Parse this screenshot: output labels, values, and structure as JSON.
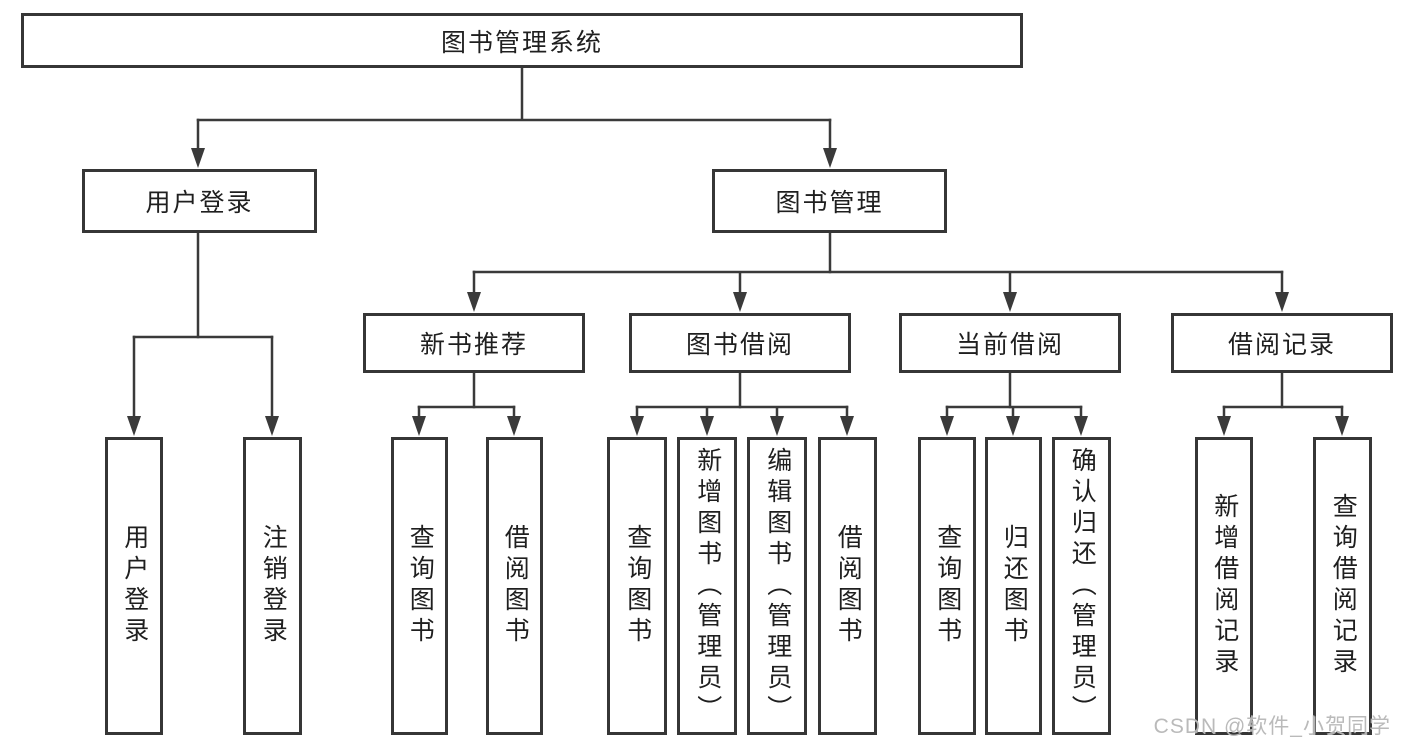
{
  "colors": {
    "line": "#3a3a3a",
    "border": "#363636",
    "text": "#1f1f1f",
    "box_background": "#ffffff",
    "watermark": "#b6b6b6"
  },
  "watermark": "CSDN @软件_小贺同学",
  "tree": {
    "root": {
      "label": "图书管理系统"
    },
    "level2": [
      {
        "label": "用户登录",
        "children": [
          {
            "label": "用户登录"
          },
          {
            "label": "注销登录"
          }
        ]
      },
      {
        "label": "图书管理",
        "children": [
          {
            "label": "新书推荐",
            "children": [
              {
                "label": "查询图书"
              },
              {
                "label": "借阅图书"
              }
            ]
          },
          {
            "label": "图书借阅",
            "children": [
              {
                "label": "查询图书"
              },
              {
                "label": "新增图书（管理员）"
              },
              {
                "label": "编辑图书（管理员）"
              },
              {
                "label": "借阅图书"
              }
            ]
          },
          {
            "label": "当前借阅",
            "children": [
              {
                "label": "查询图书"
              },
              {
                "label": "归还图书"
              },
              {
                "label": "确认归还（管理员）"
              }
            ]
          },
          {
            "label": "借阅记录",
            "children": [
              {
                "label": "新增借阅记录"
              },
              {
                "label": "查询借阅记录"
              }
            ]
          }
        ]
      }
    ]
  }
}
